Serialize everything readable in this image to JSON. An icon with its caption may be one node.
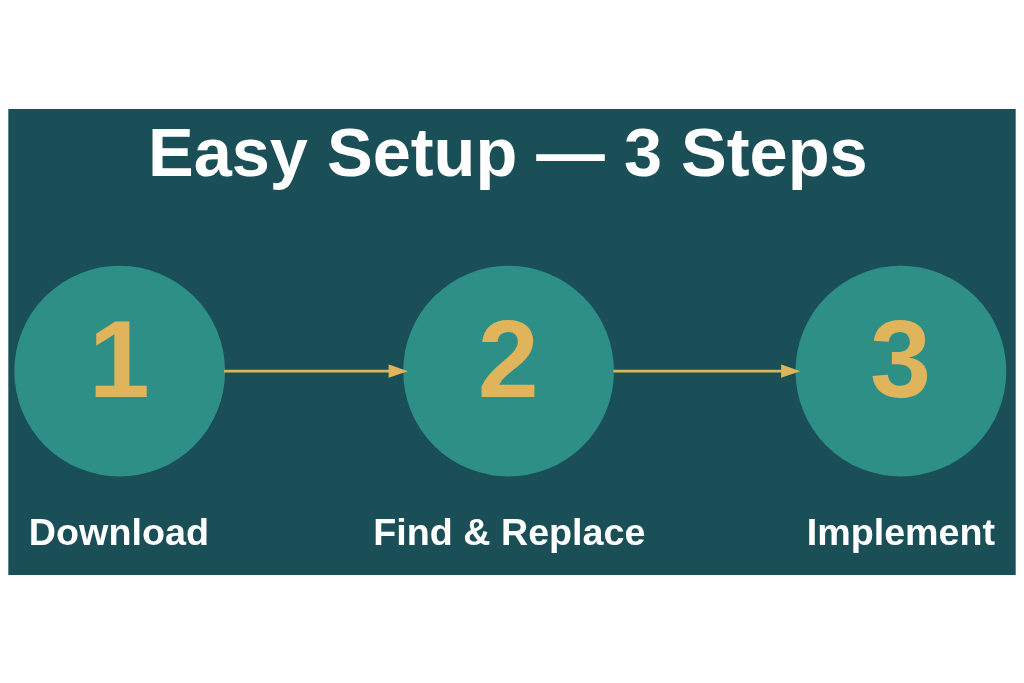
{
  "diagram": {
    "title": "Easy Setup — 3 Steps",
    "nodes": [
      {
        "text": [
          "1"
        ],
        "beside": [
          "Download"
        ]
      },
      {
        "text": [
          "2"
        ],
        "beside": [
          "Find & Replace"
        ]
      },
      {
        "text": [
          "3"
        ],
        "beside": [
          "Implement"
        ]
      }
    ],
    "edges": [
      {
        "from": 0,
        "to": 1,
        "arrow": "to"
      },
      {
        "from": 1,
        "to": 2,
        "arrow": "to"
      }
    ]
  }
}
